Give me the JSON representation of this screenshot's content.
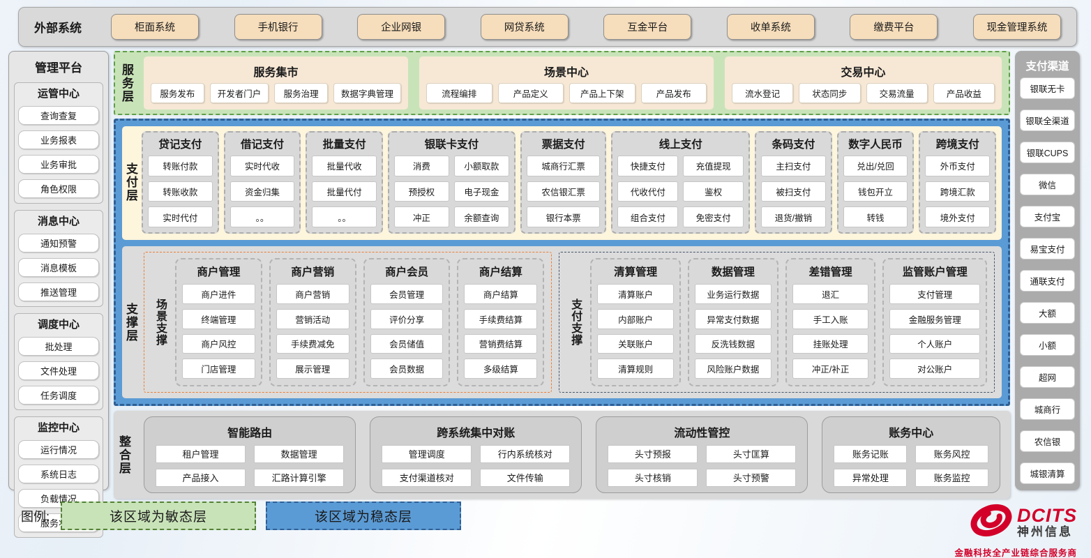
{
  "external_systems": {
    "label": "外部系统",
    "items": [
      "柜面系统",
      "手机银行",
      "企业网银",
      "网贷系统",
      "互金平台",
      "收单系统",
      "缴费平台",
      "现金管理系统"
    ]
  },
  "management_platform": {
    "title": "管理平台",
    "sections": [
      {
        "title": "运管中心",
        "items": [
          "查询查复",
          "业务报表",
          "业务审批",
          "角色权限"
        ]
      },
      {
        "title": "消息中心",
        "items": [
          "通知预警",
          "消息模板",
          "推送管理"
        ]
      },
      {
        "title": "调度中心",
        "items": [
          "批处理",
          "文件处理",
          "任务调度"
        ]
      },
      {
        "title": "监控中心",
        "items": [
          "运行情况",
          "系统日志",
          "负载情况",
          "服务状态"
        ]
      }
    ]
  },
  "service_layer": {
    "label": "服务层",
    "groups": [
      {
        "title": "服务集市",
        "items": [
          "服务发布",
          "开发者门户",
          "服务治理",
          "数据字典管理"
        ]
      },
      {
        "title": "场景中心",
        "items": [
          "流程编排",
          "产品定义",
          "产品上下架",
          "产品发布"
        ]
      },
      {
        "title": "交易中心",
        "items": [
          "流水登记",
          "状态同步",
          "交易流量",
          "产品收益"
        ]
      }
    ]
  },
  "payment_layer": {
    "label": "支付层",
    "columns": [
      {
        "title": "贷记支付",
        "items": [
          "转账付款",
          "转账收款",
          "实时代付"
        ]
      },
      {
        "title": "借记支付",
        "items": [
          "实时代收",
          "资金归集",
          "。。"
        ]
      },
      {
        "title": "批量支付",
        "items": [
          "批量代收",
          "批量代付",
          "。。"
        ]
      },
      {
        "title": "银联卡支付",
        "items": [
          "消费",
          "小额取款",
          "预授权",
          "电子现金",
          "冲正",
          "余额查询"
        ]
      },
      {
        "title": "票据支付",
        "items": [
          "城商行汇票",
          "农信银汇票",
          "银行本票"
        ]
      },
      {
        "title": "线上支付",
        "items": [
          "快捷支付",
          "充值提现",
          "代收代付",
          "鉴权",
          "组合支付",
          "免密支付"
        ]
      },
      {
        "title": "条码支付",
        "items": [
          "主扫支付",
          "被扫支付",
          "退货/撤销"
        ]
      },
      {
        "title": "数字人民币",
        "items": [
          "兑出/兑回",
          "钱包开立",
          "转钱"
        ]
      },
      {
        "title": "跨境支付",
        "items": [
          "外币支付",
          "跨境汇款",
          "境外支付"
        ]
      }
    ]
  },
  "support_layer": {
    "label": "支撑层",
    "groups": [
      {
        "label": "场景支撑",
        "columns": [
          {
            "title": "商户管理",
            "items": [
              "商户进件",
              "终端管理",
              "商户风控",
              "门店管理"
            ]
          },
          {
            "title": "商户营销",
            "items": [
              "商户营销",
              "营销活动",
              "手续费减免",
              "展示管理"
            ]
          },
          {
            "title": "商户会员",
            "items": [
              "会员管理",
              "评价分享",
              "会员储值",
              "会员数据"
            ]
          },
          {
            "title": "商户结算",
            "items": [
              "商户结算",
              "手续费结算",
              "营销费结算",
              "多级结算"
            ]
          }
        ]
      },
      {
        "label": "支付支撑",
        "columns": [
          {
            "title": "清算管理",
            "items": [
              "清算账户",
              "内部账户",
              "关联账户",
              "清算规则"
            ]
          },
          {
            "title": "数据管理",
            "items": [
              "业务运行数据",
              "异常支付数据",
              "反洗钱数据",
              "风险账户数据"
            ]
          },
          {
            "title": "差错管理",
            "items": [
              "退汇",
              "手工入账",
              "挂账处理",
              "冲正/补正"
            ]
          },
          {
            "title": "监管账户管理",
            "items": [
              "支付管理",
              "金融服务管理",
              "个人账户",
              "对公账户"
            ]
          }
        ]
      }
    ]
  },
  "integration_layer": {
    "label": "整合层",
    "groups": [
      {
        "title": "智能路由",
        "items": [
          "租户管理",
          "数据管理",
          "产品接入",
          "汇路计算引擎"
        ]
      },
      {
        "title": "跨系统集中对账",
        "items": [
          "管理调度",
          "行内系统核对",
          "支付渠道核对",
          "文件传输"
        ]
      },
      {
        "title": "流动性管控",
        "items": [
          "头寸预报",
          "头寸匡算",
          "头寸核销",
          "头寸预警"
        ]
      },
      {
        "title": "账务中心",
        "items": [
          "账务记账",
          "账务风控",
          "异常处理",
          "账务监控"
        ]
      }
    ]
  },
  "payment_channels": {
    "title": "支付渠道",
    "items": [
      "银联无卡",
      "银联全渠道",
      "银联CUPS",
      "微信",
      "支付宝",
      "易宝支付",
      "通联支付",
      "大额",
      "小额",
      "超网",
      "城商行",
      "农信银",
      "城银清算"
    ]
  },
  "legend": {
    "label": "图例:",
    "agile": "该区域为敏态层",
    "stable": "该区域为稳态层"
  },
  "logo": {
    "name": "DCITS",
    "company": "神州信息",
    "tagline": "金融科技全产业链综合服务商"
  },
  "colors": {
    "agile_green": "#c9e3b9",
    "stable_blue": "#5b9bd5",
    "payment_cream": "#fdf5dc",
    "panel_gray": "#d9d9d9",
    "chip_tan": "#f6ddbb",
    "scene_accent_orange": "#ed7d31",
    "pay_accent_dark": "#44546a",
    "brand_red": "#d30029"
  }
}
